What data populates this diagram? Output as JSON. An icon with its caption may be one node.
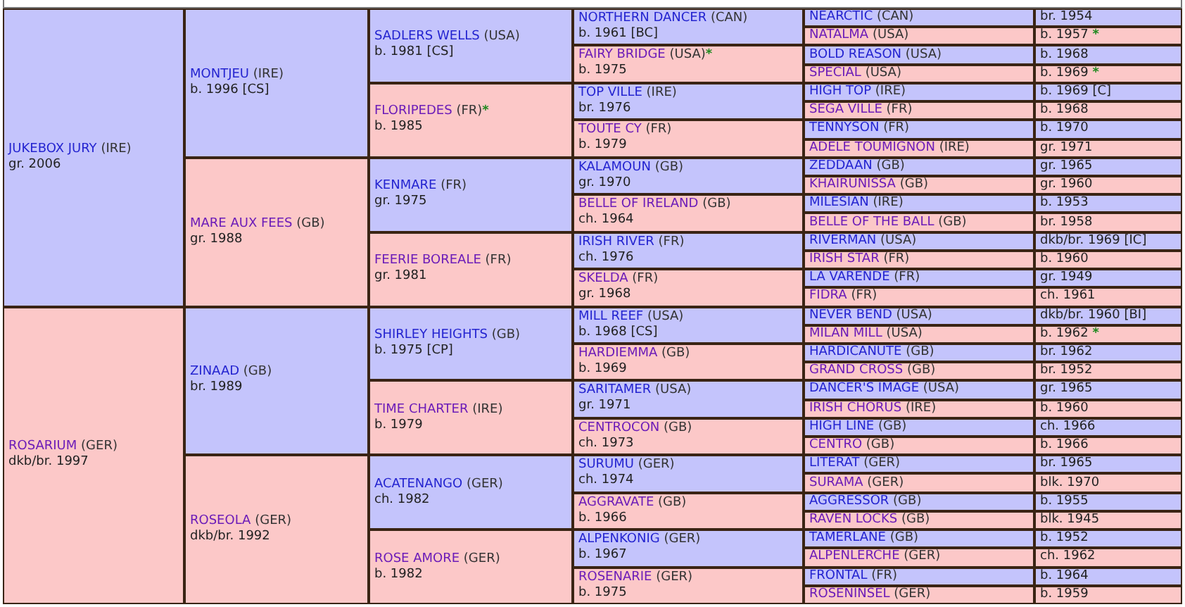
{
  "diagram": {
    "nodes": [
      {
        "text": [
          "JUKEBOX JURY",
          "(IRE)",
          "gr. 2006"
        ]
      },
      {
        "text": [
          "MONTJEU",
          "(IRE)",
          "b. 1996 [CS]"
        ]
      },
      {
        "text": [
          "SADLERS WELLS",
          "(USA)",
          "b. 1981 [CS]"
        ]
      },
      {
        "text": [
          "NORTHERN DANCER",
          "(CAN)",
          "b. 1961 [BC]"
        ]
      },
      {
        "text": [
          "NEARCTIC",
          "(CAN)"
        ]
      },
      {
        "text": [
          "br. 1954"
        ]
      },
      {
        "text": [
          "NATALMA",
          "(USA)"
        ]
      },
      {
        "text": [
          "b. 1957",
          "*"
        ]
      },
      {
        "text": [
          "FAIRY BRIDGE",
          "(USA)",
          "*",
          "b. 1975"
        ]
      },
      {
        "text": [
          "BOLD REASON",
          "(USA)"
        ]
      },
      {
        "text": [
          "b. 1968"
        ]
      },
      {
        "text": [
          "SPECIAL",
          "(USA)"
        ]
      },
      {
        "text": [
          "b. 1969",
          "*"
        ]
      },
      {
        "text": [
          "FLORIPEDES",
          "(FR)",
          "*",
          "b. 1985"
        ]
      },
      {
        "text": [
          "TOP VILLE",
          "(IRE)",
          "br. 1976"
        ]
      },
      {
        "text": [
          "HIGH TOP",
          "(IRE)"
        ]
      },
      {
        "text": [
          "b. 1969 [C]"
        ]
      },
      {
        "text": [
          "SEGA VILLE",
          "(FR)"
        ]
      },
      {
        "text": [
          "b. 1968"
        ]
      },
      {
        "text": [
          "TOUTE CY",
          "(FR)",
          "b. 1979"
        ]
      },
      {
        "text": [
          "TENNYSON",
          "(FR)"
        ]
      },
      {
        "text": [
          "b. 1970"
        ]
      },
      {
        "text": [
          "ADELE TOUMIGNON",
          "(IRE)"
        ]
      },
      {
        "text": [
          "gr. 1971"
        ]
      },
      {
        "text": [
          "MARE AUX FEES",
          "(GB)",
          "gr. 1988"
        ]
      },
      {
        "text": [
          "KENMARE",
          "(FR)",
          "gr. 1975"
        ]
      },
      {
        "text": [
          "KALAMOUN",
          "(GB)",
          "gr. 1970"
        ]
      },
      {
        "text": [
          "ZEDDAAN",
          "(GB)"
        ]
      },
      {
        "text": [
          "gr. 1965"
        ]
      },
      {
        "text": [
          "KHAIRUNISSA",
          "(GB)"
        ]
      },
      {
        "text": [
          "gr. 1960"
        ]
      },
      {
        "text": [
          "BELLE OF IRELAND",
          "(GB)",
          "ch. 1964"
        ]
      },
      {
        "text": [
          "MILESIAN",
          "(IRE)"
        ]
      },
      {
        "text": [
          "b. 1953"
        ]
      },
      {
        "text": [
          "BELLE OF THE BALL",
          "(GB)"
        ]
      },
      {
        "text": [
          "br. 1958"
        ]
      },
      {
        "text": [
          "FEERIE BOREALE",
          "(FR)",
          "gr. 1981"
        ]
      },
      {
        "text": [
          "IRISH RIVER",
          "(FR)",
          "ch. 1976"
        ]
      },
      {
        "text": [
          "RIVERMAN",
          "(USA)"
        ]
      },
      {
        "text": [
          "dkb/br. 1969 [IC]"
        ]
      },
      {
        "text": [
          "IRISH STAR",
          "(FR)"
        ]
      },
      {
        "text": [
          "b. 1960"
        ]
      },
      {
        "text": [
          "SKELDA",
          "(FR)",
          "gr. 1968"
        ]
      },
      {
        "text": [
          "LA VARENDE",
          "(FR)"
        ]
      },
      {
        "text": [
          "gr. 1949"
        ]
      },
      {
        "text": [
          "FIDRA",
          "(FR)"
        ]
      },
      {
        "text": [
          "ch. 1961"
        ]
      },
      {
        "text": [
          "ROSARIUM",
          "(GER)",
          "dkb/br. 1997"
        ]
      },
      {
        "text": [
          "ZINAAD",
          "(GB)",
          "br. 1989"
        ]
      },
      {
        "text": [
          "SHIRLEY HEIGHTS",
          "(GB)",
          "b. 1975 [CP]"
        ]
      },
      {
        "text": [
          "MILL REEF",
          "(USA)",
          "b. 1968 [CS]"
        ]
      },
      {
        "text": [
          "NEVER BEND",
          "(USA)"
        ]
      },
      {
        "text": [
          "dkb/br. 1960 [BI]"
        ]
      },
      {
        "text": [
          "MILAN MILL",
          "(USA)"
        ]
      },
      {
        "text": [
          "b. 1962",
          "*"
        ]
      },
      {
        "text": [
          "HARDIEMMA",
          "(GB)",
          "b. 1969"
        ]
      },
      {
        "text": [
          "HARDICANUTE",
          "(GB)"
        ]
      },
      {
        "text": [
          "br. 1962"
        ]
      },
      {
        "text": [
          "GRAND CROSS",
          "(GB)"
        ]
      },
      {
        "text": [
          "br. 1952"
        ]
      },
      {
        "text": [
          "TIME CHARTER",
          "(IRE)",
          "b. 1979"
        ]
      },
      {
        "text": [
          "SARITAMER",
          "(USA)",
          "gr. 1971"
        ]
      },
      {
        "text": [
          "DANCER'S IMAGE",
          "(USA)"
        ]
      },
      {
        "text": [
          "gr. 1965"
        ]
      },
      {
        "text": [
          "IRISH CHORUS",
          "(IRE)"
        ]
      },
      {
        "text": [
          "b. 1960"
        ]
      },
      {
        "text": [
          "CENTROCON",
          "(GB)",
          "ch. 1973"
        ]
      },
      {
        "text": [
          "HIGH LINE",
          "(GB)"
        ]
      },
      {
        "text": [
          "ch. 1966"
        ]
      },
      {
        "text": [
          "CENTRO",
          "(GB)"
        ]
      },
      {
        "text": [
          "b. 1966"
        ]
      },
      {
        "text": [
          "ROSEOLA",
          "(GER)",
          "dkb/br. 1992"
        ]
      },
      {
        "text": [
          "ACATENANGO",
          "(GER)",
          "ch. 1982"
        ]
      },
      {
        "text": [
          "SURUMU",
          "(GER)",
          "ch. 1974"
        ]
      },
      {
        "text": [
          "LITERAT",
          "(GER)"
        ]
      },
      {
        "text": [
          "br. 1965"
        ]
      },
      {
        "text": [
          "SURAMA",
          "(GER)"
        ]
      },
      {
        "text": [
          "blk. 1970"
        ]
      },
      {
        "text": [
          "AGGRAVATE",
          "(GB)",
          "b. 1966"
        ]
      },
      {
        "text": [
          "AGGRESSOR",
          "(GB)"
        ]
      },
      {
        "text": [
          "b. 1955"
        ]
      },
      {
        "text": [
          "RAVEN LOCKS",
          "(GB)"
        ]
      },
      {
        "text": [
          "blk. 1945"
        ]
      },
      {
        "text": [
          "ROSE AMORE",
          "(GER)",
          "b. 1982"
        ]
      },
      {
        "text": [
          "ALPENKONIG",
          "(GER)",
          "b. 1967"
        ]
      },
      {
        "text": [
          "TAMERLANE",
          "(GB)"
        ]
      },
      {
        "text": [
          "b. 1952"
        ]
      },
      {
        "text": [
          "ALPENLERCHE",
          "(GER)"
        ]
      },
      {
        "text": [
          "ch. 1962"
        ]
      },
      {
        "text": [
          "ROSENARIE",
          "(GER)",
          "b. 1975"
        ]
      },
      {
        "text": [
          "FRONTAL",
          "(FR)"
        ]
      },
      {
        "text": [
          "b. 1964"
        ]
      },
      {
        "text": [
          "ROSENINSEL",
          "(GER)"
        ]
      },
      {
        "text": [
          "b. 1959"
        ]
      }
    ]
  }
}
